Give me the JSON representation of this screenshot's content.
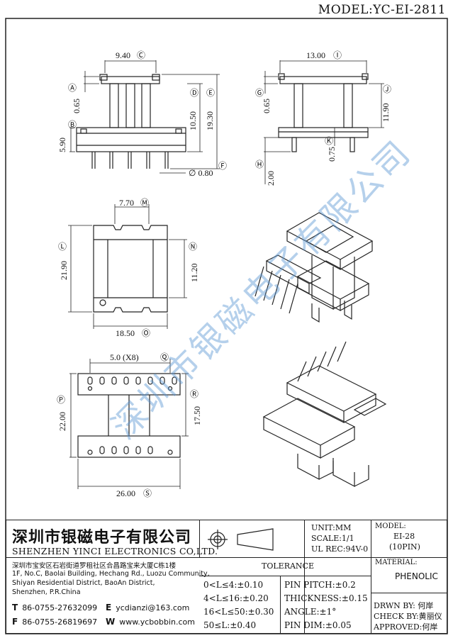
{
  "header": {
    "model": "MODEL:YC-EI-2811"
  },
  "watermark": "深圳市银磁电子有限公司",
  "dims": {
    "A": "Ⓐ",
    "B": "Ⓑ",
    "C": "Ⓒ",
    "D": "Ⓓ",
    "E": "Ⓔ",
    "F": "Ⓕ",
    "G": "Ⓖ",
    "H": "Ⓗ",
    "I": "Ⓘ",
    "J": "Ⓙ",
    "K": "Ⓚ",
    "L": "Ⓛ",
    "M": "Ⓜ",
    "N": "Ⓝ",
    "O": "Ⓞ",
    "P": "Ⓟ",
    "Q": "Ⓠ",
    "R": "Ⓡ",
    "S": "Ⓢ",
    "v_940": "9.40",
    "v_065a": "0.65",
    "v_590": "5.90",
    "v_1050": "10.50",
    "v_1930": "19.30",
    "v_080": "∅ 0.80",
    "v_1300": "13.00",
    "v_065b": "0.65",
    "v_1190": "11.90",
    "v_075": "0.75",
    "v_200": "2.00",
    "v_770": "7.70",
    "v_2190": "21.90",
    "v_1120": "11.20",
    "v_1850": "18.50",
    "v_500": "5.0 (X8)",
    "v_2200": "22.00",
    "v_1750": "17.50",
    "v_2600": "26.00"
  },
  "titleblock": {
    "company_cn": "深圳市银磁电子有限公司",
    "company_en": "SHENZHEN YINCI ELECTRONICS CO,LTD.",
    "address_cn": "深圳市宝安区石岩街道罗租社区合昌路宝来大厦C栋1楼",
    "address_en1": "1F, No.C, Baolai Building, Hechang Rd., Luozu Community,",
    "address_en2": "Shiyan Residential District, BaoAn District,",
    "address_en3": "Shenzhen, P.R.China",
    "tel_label": "T",
    "tel": "86-0755-27632099",
    "fax_label": "F",
    "fax": "86-0755-26819697",
    "email_label": "E",
    "email": "ycdianzi@163.com",
    "web_label": "W",
    "web": "www.ycbobbin.com",
    "unit": "UNIT:MM",
    "scale": "SCALE:1/1",
    "ul": "UL REC:94V-0",
    "model_label": "MODEL:",
    "model_value": "EI-28",
    "model_pins": "(10PIN)",
    "material_label": "MATERIAL:",
    "material_value": "PHENOLIC",
    "tolerance_title": "TOLERANCE",
    "tol1": "0<L≤4:±0.10",
    "tol2": "4<L≤16:±0.20",
    "tol3": "16<L≤50:±0.30",
    "tol4": "50≤L:±0.40",
    "tol5": "PIN PITCH:±0.2",
    "tol6": "THICKNESS:±0.15",
    "tol7": "ANGLE:±1°",
    "tol8": "PIN DIM:±0.05",
    "drawn": "DRWN BY: 何岸",
    "check": "CHECK BY:黄丽仪",
    "approved": "APPROVED:何岸"
  }
}
